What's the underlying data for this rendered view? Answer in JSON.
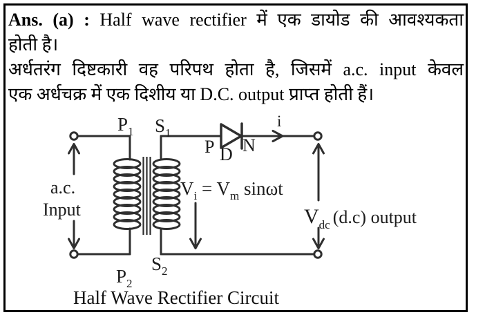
{
  "answer": {
    "label": "Ans. (a) :",
    "line1": " Half wave rectifier में एक डायोड की आवश्यकता",
    "line2": "होती है।",
    "line3": "अर्धतरंग दिष्टकारी वह परिपथ होता है, जिसमें a.c. input केवल",
    "line4": "एक अर्धचक्र में एक दिशीय या D.C. output प्राप्त होती हैं।"
  },
  "circuit": {
    "caption": "Half Wave Rectifier Circuit",
    "ac_input": {
      "line1": "a.c.",
      "line2": "Input"
    },
    "transformer": {
      "p1": {
        "base": "P",
        "sub": "1"
      },
      "p2": {
        "base": "P",
        "sub": "2"
      },
      "s1": {
        "base": "S",
        "sub": "1"
      },
      "s2": {
        "base": "S",
        "sub": "2"
      }
    },
    "diode": {
      "anode": "P",
      "name": "D",
      "cathode": "N"
    },
    "current_label": "i",
    "input_voltage": {
      "v": "V",
      "v_sub": "i",
      "equals": " = V",
      "m_sub": "m",
      "rest": " sinωt"
    },
    "output_voltage": {
      "v": "V",
      "v_sub": "dc",
      "rest": "(d.c) output"
    }
  },
  "colors": {
    "ink": "#1c1c1c",
    "wire": "#2f2f2f",
    "frame": "#000000",
    "background": "#ffffff"
  }
}
